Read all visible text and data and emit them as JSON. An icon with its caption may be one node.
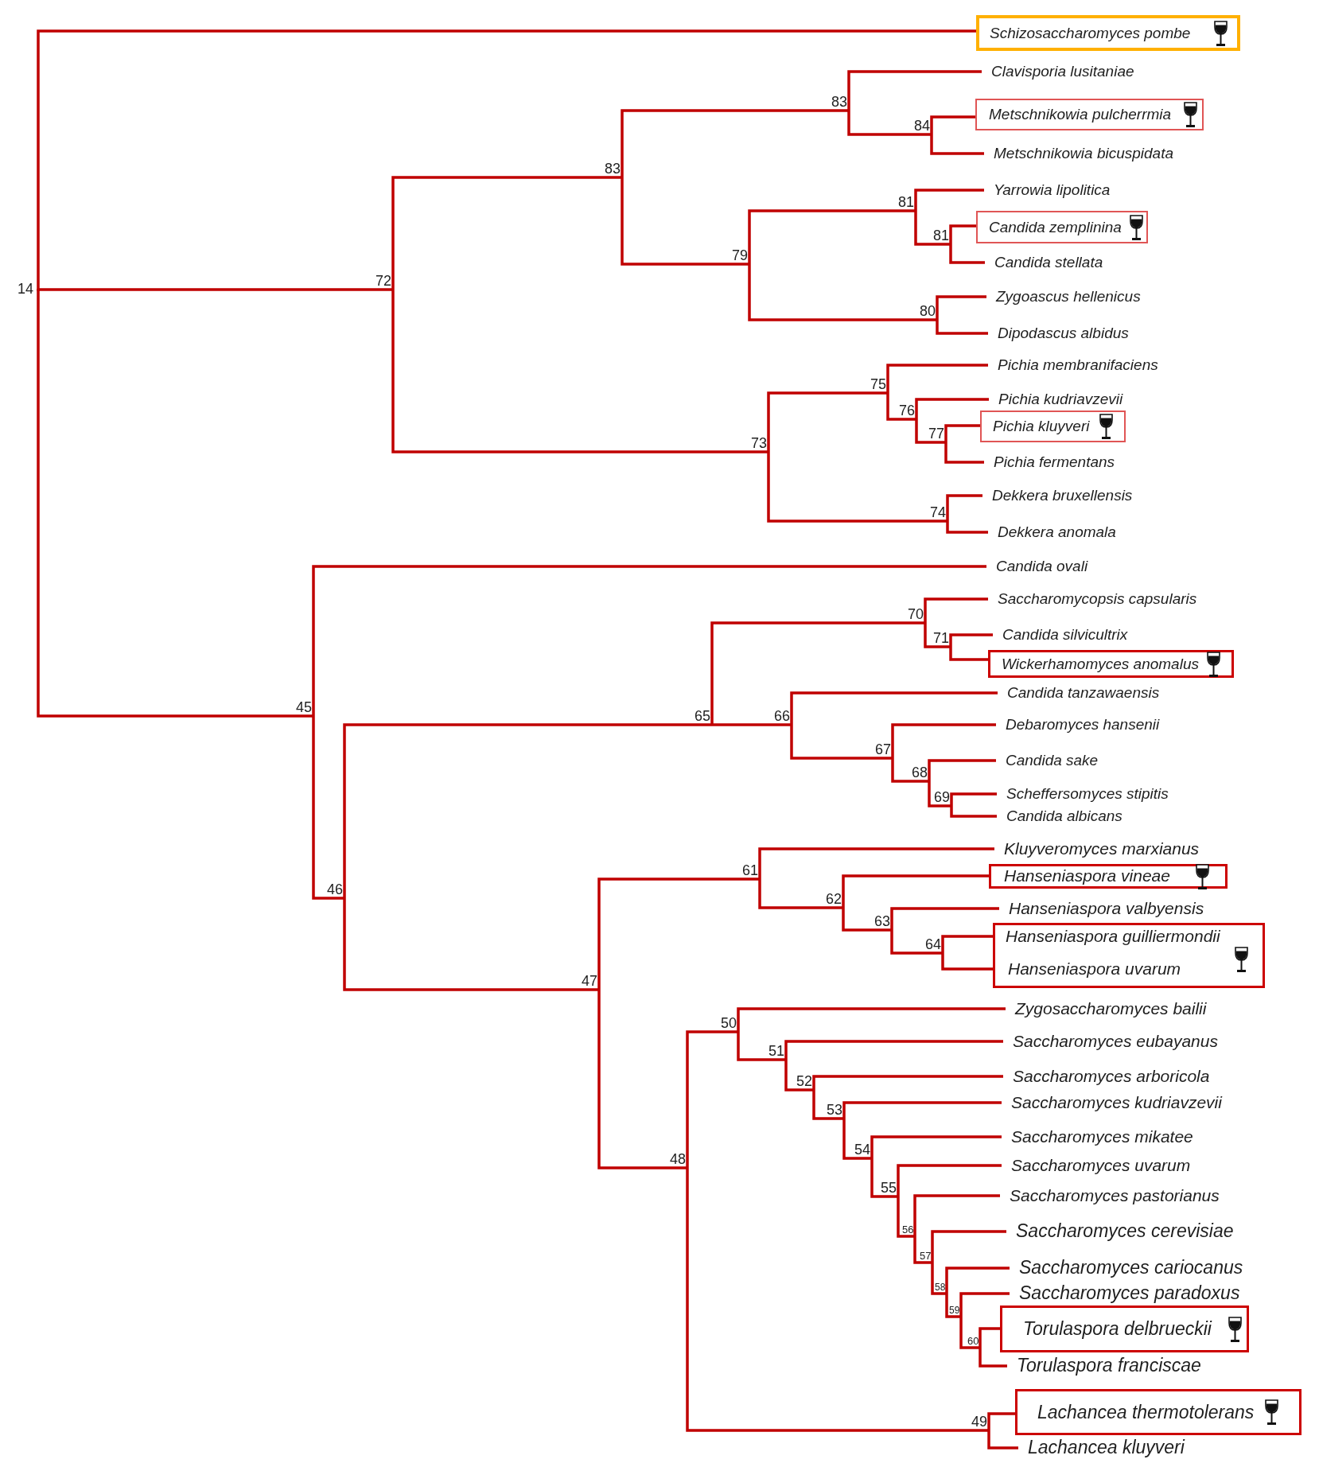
{
  "diagram": {
    "nodes": [
      {
        "text": [
          "14"
        ]
      },
      {
        "text": [
          "Schizosaccharomyces pombe"
        ]
      },
      {
        "text": [
          "72"
        ]
      },
      {
        "text": [
          "83"
        ]
      },
      {
        "text": [
          "83"
        ]
      },
      {
        "text": [
          "Clavisporia lusitaniae"
        ]
      },
      {
        "text": [
          "84"
        ]
      },
      {
        "text": [
          "Metschnikowia pulcherrmia"
        ]
      },
      {
        "text": [
          "Metschnikowia bicuspidata"
        ]
      },
      {
        "text": [
          "79"
        ]
      },
      {
        "text": [
          "81"
        ]
      },
      {
        "text": [
          "Yarrowia lipolitica"
        ]
      },
      {
        "text": [
          "81"
        ]
      },
      {
        "text": [
          "Candida zemplinina"
        ]
      },
      {
        "text": [
          "Candida stellata"
        ]
      },
      {
        "text": [
          "80"
        ]
      },
      {
        "text": [
          "Zygoascus hellenicus"
        ]
      },
      {
        "text": [
          "Dipodascus albidus"
        ]
      },
      {
        "text": [
          "73"
        ]
      },
      {
        "text": [
          "75"
        ]
      },
      {
        "text": [
          "Pichia membranifaciens"
        ]
      },
      {
        "text": [
          "76"
        ]
      },
      {
        "text": [
          "Pichia kudriavzevii"
        ]
      },
      {
        "text": [
          "77"
        ]
      },
      {
        "text": [
          "Pichia kluyveri"
        ]
      },
      {
        "text": [
          "Pichia fermentans"
        ]
      },
      {
        "text": [
          "74"
        ]
      },
      {
        "text": [
          "Dekkera bruxellensis"
        ]
      },
      {
        "text": [
          "Dekkera anomala"
        ]
      },
      {
        "text": [
          "45"
        ]
      },
      {
        "text": [
          "Candida ovali"
        ]
      },
      {
        "text": [
          "46"
        ]
      },
      {
        "text": [
          "65"
        ]
      },
      {
        "text": [
          "70"
        ]
      },
      {
        "text": [
          "Saccharomycopsis capsularis"
        ]
      },
      {
        "text": [
          "71"
        ]
      },
      {
        "text": [
          "Candida silvicultrix"
        ]
      },
      {
        "text": [
          "Wickerhamomyces anomalus"
        ]
      },
      {
        "text": [
          "66"
        ]
      },
      {
        "text": [
          "Candida tanzawaensis"
        ]
      },
      {
        "text": [
          "67"
        ]
      },
      {
        "text": [
          "Debaromyces hansenii"
        ]
      },
      {
        "text": [
          "68"
        ]
      },
      {
        "text": [
          "Candida sake"
        ]
      },
      {
        "text": [
          "69"
        ]
      },
      {
        "text": [
          "Scheffersomyces stipitis"
        ]
      },
      {
        "text": [
          "Candida albicans"
        ]
      },
      {
        "text": [
          "47"
        ]
      },
      {
        "text": [
          "61"
        ]
      },
      {
        "text": [
          "Kluyveromyces marxianus"
        ]
      },
      {
        "text": [
          "62"
        ]
      },
      {
        "text": [
          "Hanseniaspora vineae"
        ]
      },
      {
        "text": [
          "63"
        ]
      },
      {
        "text": [
          "Hanseniaspora valbyensis"
        ]
      },
      {
        "text": [
          "64"
        ]
      },
      {
        "text": [],
        "shape": "box"
      },
      {
        "text": [
          "Hanseniaspora guilliermondii"
        ],
        "in": 55
      },
      {
        "text": [
          "Hanseniaspora uvarum"
        ],
        "in": 55
      },
      {
        "text": [
          "48"
        ]
      },
      {
        "text": [
          "50"
        ]
      },
      {
        "text": [
          "Zygosaccharomyces bailii"
        ]
      },
      {
        "text": [
          "51"
        ]
      },
      {
        "text": [
          "Saccharomyces eubayanus"
        ]
      },
      {
        "text": [
          "52"
        ]
      },
      {
        "text": [
          "Saccharomyces arboricola"
        ]
      },
      {
        "text": [
          "53"
        ]
      },
      {
        "text": [
          "Saccharomyces kudriavzevii"
        ]
      },
      {
        "text": [
          "54"
        ]
      },
      {
        "text": [
          "Saccharomyces mikatee"
        ]
      },
      {
        "text": [
          "55"
        ]
      },
      {
        "text": [
          "Saccharomyces uvarum"
        ]
      },
      {
        "text": [
          "56"
        ]
      },
      {
        "text": [
          "Saccharomyces pastorianus"
        ]
      },
      {
        "text": [
          "57"
        ]
      },
      {
        "text": [
          "Saccharomyces cerevisiae"
        ]
      },
      {
        "text": [
          "58"
        ]
      },
      {
        "text": [
          "Saccharomyces cariocanus"
        ]
      },
      {
        "text": [
          "59"
        ]
      },
      {
        "text": [
          "Saccharomyces paradoxus"
        ]
      },
      {
        "text": [
          "60"
        ]
      },
      {
        "text": [
          "Torulaspora delbrueckii"
        ]
      },
      {
        "text": [
          "Torulaspora franciscae"
        ]
      },
      {
        "text": [
          "49"
        ]
      },
      {
        "text": [
          "Lachancea thermotolerans"
        ]
      },
      {
        "text": [
          "Lachancea kluyveri"
        ]
      }
    ],
    "edges": [
      {
        "from": 0,
        "to": 1,
        "arrow": "none"
      },
      {
        "from": 0,
        "to": 2,
        "arrow": "none"
      },
      {
        "from": 2,
        "to": 3,
        "arrow": "none"
      },
      {
        "from": 3,
        "to": 4,
        "arrow": "none"
      },
      {
        "from": 4,
        "to": 5,
        "arrow": "none"
      },
      {
        "from": 4,
        "to": 6,
        "arrow": "none"
      },
      {
        "from": 6,
        "to": 7,
        "arrow": "none"
      },
      {
        "from": 6,
        "to": 8,
        "arrow": "none"
      },
      {
        "from": 3,
        "to": 9,
        "arrow": "none"
      },
      {
        "from": 9,
        "to": 10,
        "arrow": "none"
      },
      {
        "from": 10,
        "to": 11,
        "arrow": "none"
      },
      {
        "from": 10,
        "to": 12,
        "arrow": "none"
      },
      {
        "from": 12,
        "to": 13,
        "arrow": "none"
      },
      {
        "from": 12,
        "to": 14,
        "arrow": "none"
      },
      {
        "from": 9,
        "to": 15,
        "arrow": "none"
      },
      {
        "from": 15,
        "to": 16,
        "arrow": "none"
      },
      {
        "from": 15,
        "to": 17,
        "arrow": "none"
      },
      {
        "from": 2,
        "to": 18,
        "arrow": "none"
      },
      {
        "from": 18,
        "to": 19,
        "arrow": "none"
      },
      {
        "from": 19,
        "to": 20,
        "arrow": "none"
      },
      {
        "from": 19,
        "to": 21,
        "arrow": "none"
      },
      {
        "from": 21,
        "to": 22,
        "arrow": "none"
      },
      {
        "from": 21,
        "to": 23,
        "arrow": "none"
      },
      {
        "from": 23,
        "to": 24,
        "arrow": "none"
      },
      {
        "from": 23,
        "to": 25,
        "arrow": "none"
      },
      {
        "from": 18,
        "to": 26,
        "arrow": "none"
      },
      {
        "from": 26,
        "to": 27,
        "arrow": "none"
      },
      {
        "from": 26,
        "to": 28,
        "arrow": "none"
      },
      {
        "from": 0,
        "to": 29,
        "arrow": "none"
      },
      {
        "from": 29,
        "to": 30,
        "arrow": "none"
      },
      {
        "from": 29,
        "to": 31,
        "arrow": "none"
      },
      {
        "from": 31,
        "to": 32,
        "arrow": "none"
      },
      {
        "from": 32,
        "to": 33,
        "arrow": "none"
      },
      {
        "from": 33,
        "to": 34,
        "arrow": "none"
      },
      {
        "from": 33,
        "to": 35,
        "arrow": "none"
      },
      {
        "from": 35,
        "to": 36,
        "arrow": "none"
      },
      {
        "from": 35,
        "to": 37,
        "arrow": "none"
      },
      {
        "from": 32,
        "to": 38,
        "arrow": "none"
      },
      {
        "from": 38,
        "to": 39,
        "arrow": "none"
      },
      {
        "from": 38,
        "to": 40,
        "arrow": "none"
      },
      {
        "from": 40,
        "to": 41,
        "arrow": "none"
      },
      {
        "from": 40,
        "to": 42,
        "arrow": "none"
      },
      {
        "from": 42,
        "to": 43,
        "arrow": "none"
      },
      {
        "from": 42,
        "to": 44,
        "arrow": "none"
      },
      {
        "from": 44,
        "to": 45,
        "arrow": "none"
      },
      {
        "from": 44,
        "to": 46,
        "arrow": "none"
      },
      {
        "from": 31,
        "to": 47,
        "arrow": "none"
      },
      {
        "from": 47,
        "to": 48,
        "arrow": "none"
      },
      {
        "from": 48,
        "to": 49,
        "arrow": "none"
      },
      {
        "from": 48,
        "to": 50,
        "arrow": "none"
      },
      {
        "from": 50,
        "to": 51,
        "arrow": "none"
      },
      {
        "from": 50,
        "to": 52,
        "arrow": "none"
      },
      {
        "from": 52,
        "to": 53,
        "arrow": "none"
      },
      {
        "from": 52,
        "to": 54,
        "arrow": "none"
      },
      {
        "from": 54,
        "to": 56,
        "arrow": "none"
      },
      {
        "from": 54,
        "to": 57,
        "arrow": "none"
      },
      {
        "from": 47,
        "to": 58,
        "arrow": "none"
      },
      {
        "from": 58,
        "to": 59,
        "arrow": "none"
      },
      {
        "from": 59,
        "to": 60,
        "arrow": "none"
      },
      {
        "from": 59,
        "to": 61,
        "arrow": "none"
      },
      {
        "from": 61,
        "to": 62,
        "arrow": "none"
      },
      {
        "from": 61,
        "to": 63,
        "arrow": "none"
      },
      {
        "from": 63,
        "to": 64,
        "arrow": "none"
      },
      {
        "from": 63,
        "to": 65,
        "arrow": "none"
      },
      {
        "from": 65,
        "to": 66,
        "arrow": "none"
      },
      {
        "from": 65,
        "to": 67,
        "arrow": "none"
      },
      {
        "from": 67,
        "to": 68,
        "arrow": "none"
      },
      {
        "from": 67,
        "to": 69,
        "arrow": "none"
      },
      {
        "from": 69,
        "to": 70,
        "arrow": "none"
      },
      {
        "from": 69,
        "to": 71,
        "arrow": "none"
      },
      {
        "from": 71,
        "to": 72,
        "arrow": "none"
      },
      {
        "from": 71,
        "to": 73,
        "arrow": "none"
      },
      {
        "from": 73,
        "to": 74,
        "arrow": "none"
      },
      {
        "from": 73,
        "to": 75,
        "arrow": "none"
      },
      {
        "from": 75,
        "to": 76,
        "arrow": "none"
      },
      {
        "from": 75,
        "to": 77,
        "arrow": "none"
      },
      {
        "from": 77,
        "to": 78,
        "arrow": "none"
      },
      {
        "from": 77,
        "to": 79,
        "arrow": "none"
      },
      {
        "from": 79,
        "to": 80,
        "arrow": "none"
      },
      {
        "from": 79,
        "to": 81,
        "arrow": "none"
      },
      {
        "from": 58,
        "to": 82,
        "arrow": "none"
      },
      {
        "from": 82,
        "to": 83,
        "arrow": "none"
      },
      {
        "from": 82,
        "to": 84,
        "arrow": "none"
      }
    ]
  }
}
